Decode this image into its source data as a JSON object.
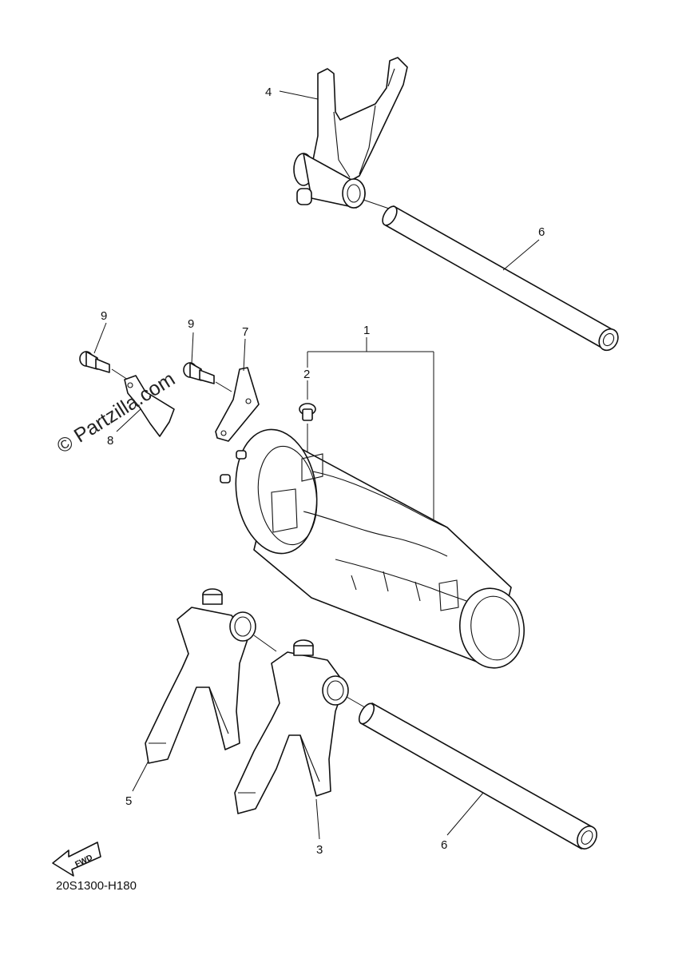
{
  "diagram": {
    "callouts": [
      "1",
      "2",
      "3",
      "4",
      "5",
      "6",
      "6",
      "7",
      "8",
      "9",
      "9"
    ],
    "drawing_code": "20S1300-H180",
    "watermark": "© Partzilla.com",
    "direction_label": "FWD"
  },
  "parts": [
    {
      "ref": "1",
      "icon": "shift-cam-assembly-icon"
    },
    {
      "ref": "2",
      "icon": "pin-icon"
    },
    {
      "ref": "3",
      "icon": "shift-fork-icon"
    },
    {
      "ref": "4",
      "icon": "shift-fork-icon"
    },
    {
      "ref": "5",
      "icon": "shift-fork-icon"
    },
    {
      "ref": "6",
      "icon": "guide-bar-icon"
    },
    {
      "ref": "7",
      "icon": "stopper-plate-icon"
    },
    {
      "ref": "8",
      "icon": "stopper-plate-icon"
    },
    {
      "ref": "9",
      "icon": "bolt-icon"
    }
  ],
  "colors": {
    "ink": "#111111",
    "paper": "#ffffff"
  }
}
